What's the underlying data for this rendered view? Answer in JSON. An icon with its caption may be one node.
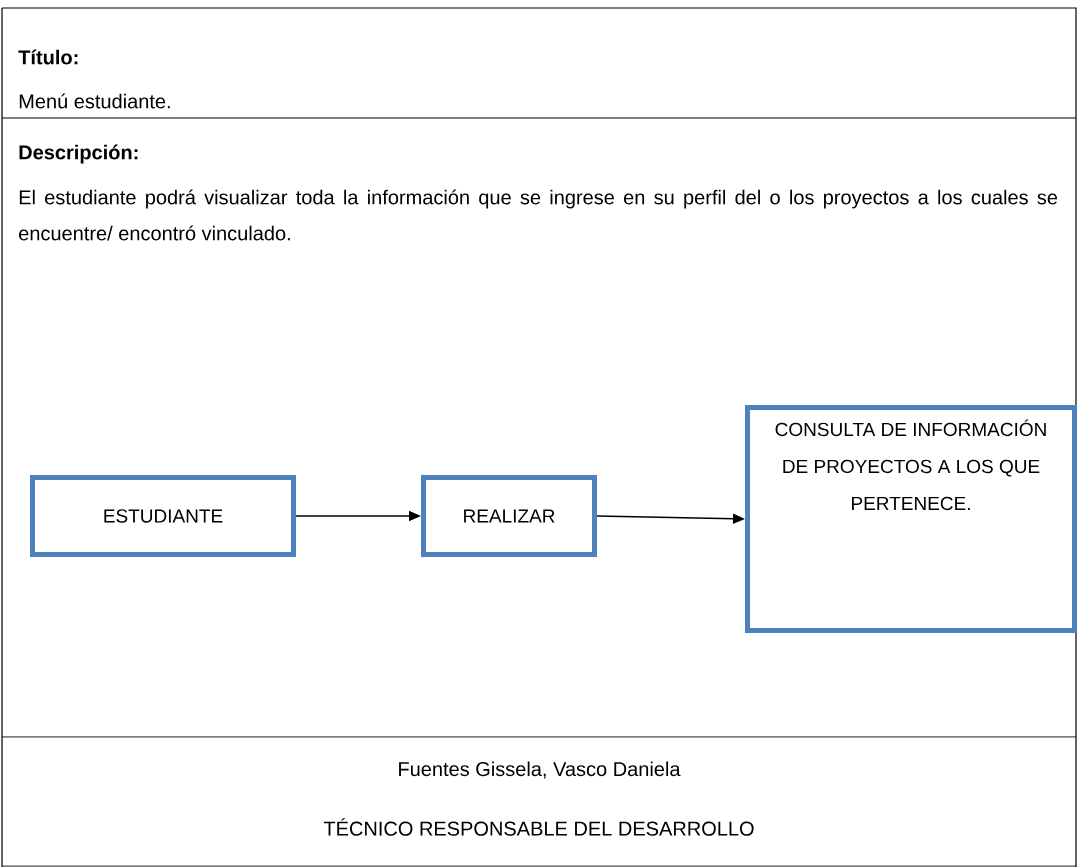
{
  "diagram": {
    "nodes": [
      {
        "text": [
          "ESTUDIANTE"
        ]
      },
      {
        "text": [
          "REALIZAR"
        ]
      },
      {
        "text": [
          "CONSULTA DE INFORMACIÓN DE PROYECTOS A LOS QUE PERTENECE."
        ]
      }
    ],
    "edges": [
      {
        "from": 0,
        "to": 1,
        "arrow": "to"
      },
      {
        "from": 1,
        "to": 2,
        "arrow": "to"
      }
    ],
    "labels": [
      "Título:",
      "Menú estudiante.",
      "Descripción:",
      "El estudiante podrá visualizar toda la información que se ingrese en su perfil del o los proyectos a los cuales se encuentre/ encontró vinculado.",
      "Fuentes Gissela, Vasco Daniela",
      "TÉCNICO RESPONSABLE DEL DESARROLLO"
    ]
  }
}
